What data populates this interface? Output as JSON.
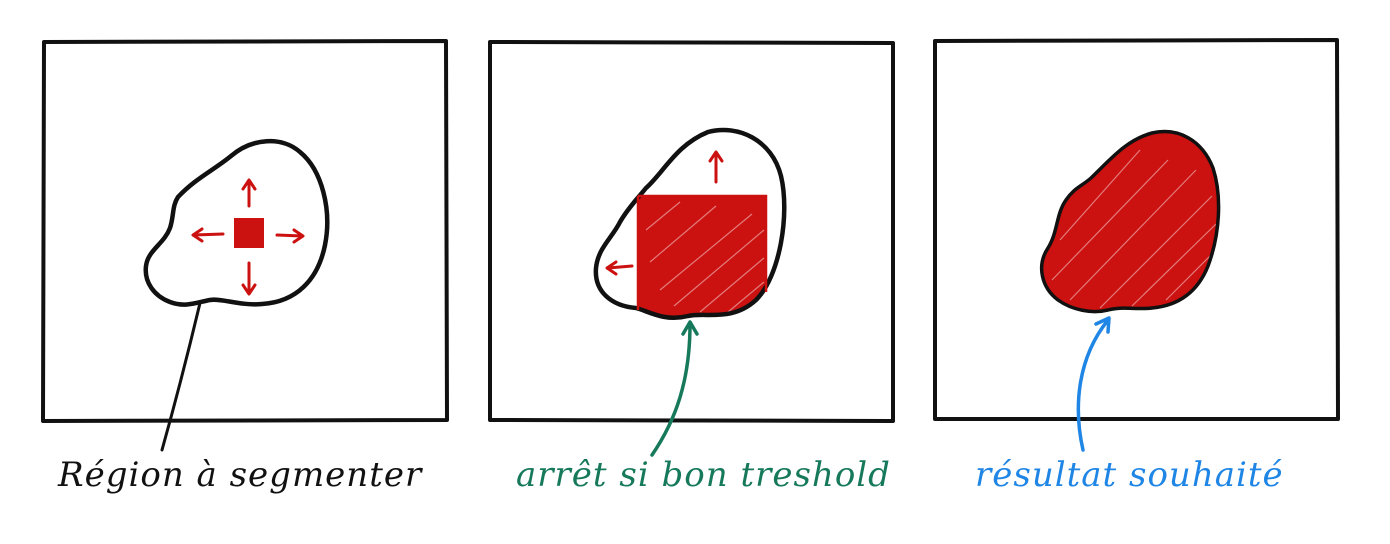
{
  "panels": [
    {
      "id": "initial",
      "caption": "Région à segmenter",
      "caption_color": "#111111"
    },
    {
      "id": "stop",
      "caption": "arrêt si bon treshold",
      "caption_color": "#17795b"
    },
    {
      "id": "result",
      "caption": "résultat souhaité",
      "caption_color": "#1f86e5"
    }
  ],
  "colors": {
    "frame": "#111111",
    "region_outline": "#111111",
    "fill_red": "#cc1111",
    "arrow_red": "#cc1111"
  },
  "icons": {
    "growth_arrows": "arrow-icon"
  }
}
